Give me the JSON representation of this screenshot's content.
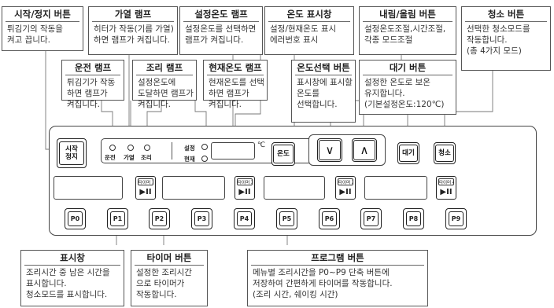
{
  "callouts": {
    "start_stop": {
      "title": "시작/정지 버튼",
      "lines": [
        "튀김기의 작동을",
        "켜고 끕니다."
      ]
    },
    "heater_lamp": {
      "title": "가열 램프",
      "lines": [
        "히터가 작동(기름 가열)",
        "하면 램프가 켜집니다."
      ]
    },
    "set_temp_lamp": {
      "title": "설정온도 램프",
      "lines": [
        "설정온도를 선택하면",
        "램프가 켜집니다."
      ]
    },
    "temp_display": {
      "title": "온도 표시창",
      "lines": [
        "설정/현재온도 표시",
        "에러번호 표시"
      ]
    },
    "down_up": {
      "title": "내림/올림 버튼",
      "lines": [
        "설정온도조절,시간조절,",
        "각종 모드조절"
      ]
    },
    "clean": {
      "title": "청소 버튼",
      "lines": [
        "선택한 청소모드를",
        "작동합니다.",
        "(총 4가지 모드)"
      ]
    },
    "run_lamp": {
      "title": "운전 램프",
      "lines": [
        "튀김기가 작동",
        "하면 램프가",
        "켜집니다."
      ]
    },
    "cook_lamp": {
      "title": "조리 램프",
      "lines": [
        "설정온도에",
        "도달하면 램프가",
        "켜집니다."
      ]
    },
    "cur_temp_lamp": {
      "title": "현재온도 램프",
      "lines": [
        "현재온도를 선택",
        "하면 램프가",
        "켜집니다."
      ]
    },
    "temp_select": {
      "title": "온도선택 버튼",
      "lines": [
        "표시창에 표시할",
        "온도를",
        "선택합니다."
      ]
    },
    "standby": {
      "title": "대기 버튼",
      "lines": [
        "설정한 온도로 보온",
        "유지합니다.",
        "(기본설정온도:120℃)"
      ]
    },
    "display": {
      "title": "표시창",
      "lines": [
        "조리시간 중 남은 시간을",
        "표시합니다.",
        "청소모드를 표시합니다."
      ]
    },
    "timer": {
      "title": "타이머 버튼",
      "lines": [
        "설정한 조리시간",
        "으로 타이머가",
        "작동합니다."
      ]
    },
    "program": {
      "title": "프로그램 버튼",
      "lines": [
        "메뉴별 조리시간을 P0~P9 단축 버튼에",
        "저장하여 간편하게 타이머를 작동합니다.",
        "(조리 시간, 쉐이킹 시간)"
      ]
    }
  },
  "panel": {
    "start_stop_label": [
      "시작",
      "정지"
    ],
    "lamp_labels": {
      "run": "운전",
      "heat": "가열",
      "cook": "조리",
      "set": "설정",
      "current": "현재"
    },
    "degree_unit": "℃",
    "temp_button": "온도",
    "down_symbol": "∨",
    "up_symbol": "∧",
    "standby_button": "대기",
    "clean_button": "청소",
    "timer_label": "타이머",
    "timer_numbers": [
      "1",
      "2",
      "3",
      "4"
    ],
    "play_pause_symbol": "▶II",
    "program_buttons": [
      "P0",
      "P1",
      "P2",
      "P3",
      "P4",
      "P5",
      "P6",
      "P7",
      "P8",
      "P9"
    ]
  },
  "icons": {
    "down": "chevron-down-icon",
    "up": "chevron-up-icon",
    "play_pause": "play-pause-icon"
  }
}
